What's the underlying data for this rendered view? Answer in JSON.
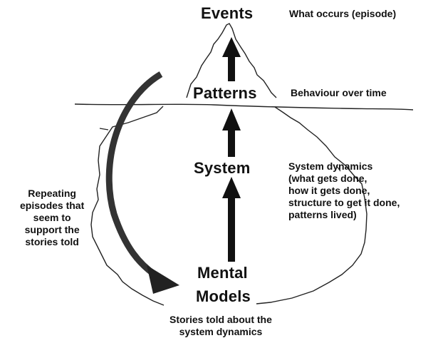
{
  "levels": {
    "events": {
      "title": "Events",
      "description": "What occurs (episode)"
    },
    "patterns": {
      "title": "Patterns",
      "description": "Behaviour over time"
    },
    "system": {
      "title": "System",
      "description": "System dynamics\n(what gets done,\nhow it gets done,\nstructure to get it done,\npatterns lived)"
    },
    "mental_models": {
      "title_line1": "Mental",
      "title_line2": "Models",
      "description": "Stories told about the\nsystem dynamics"
    }
  },
  "feedback": {
    "label": "Repeating\nepisodes that\nseem to\nsupport the\nstories told"
  }
}
